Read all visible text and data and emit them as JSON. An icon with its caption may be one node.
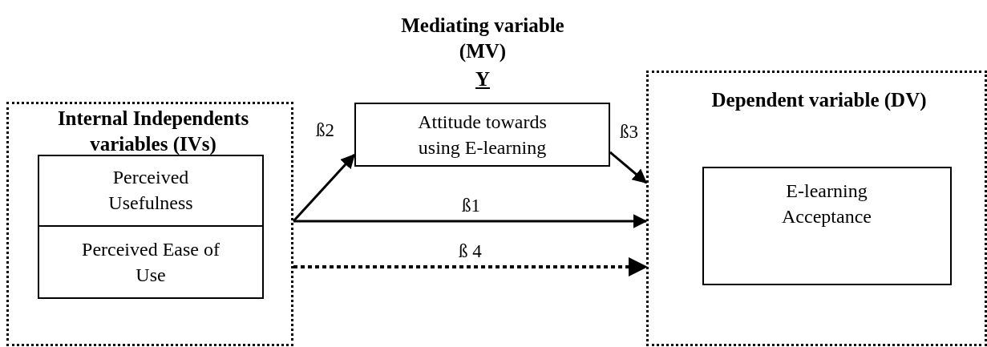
{
  "diagram": {
    "nodes": [
      {
        "text": [
          "Internal Independents variables (IVs)"
        ]
      },
      {
        "text": [
          "Perceived Usefulness"
        ],
        "in": 0
      },
      {
        "text": [
          "Perceived Ease of Use"
        ],
        "in": 0
      },
      {
        "text": [
          "Mediating variable (MV)",
          "Y",
          "Attitude towards using E-learning"
        ]
      },
      {
        "text": [
          "Dependent variable (DV)"
        ]
      },
      {
        "text": [
          "E-learning Acceptance"
        ],
        "in": 4
      }
    ],
    "edges": [
      {
        "from": 0,
        "to": 3,
        "arrow": "to",
        "label": "ß2"
      },
      {
        "from": 3,
        "to": 4,
        "arrow": "to",
        "label": "ß3"
      },
      {
        "from": 0,
        "to": 4,
        "arrow": "to",
        "label": "ß1"
      },
      {
        "from": 0,
        "to": 4,
        "arrow": "to",
        "label": "ß 4",
        "style": "dashed"
      }
    ]
  }
}
